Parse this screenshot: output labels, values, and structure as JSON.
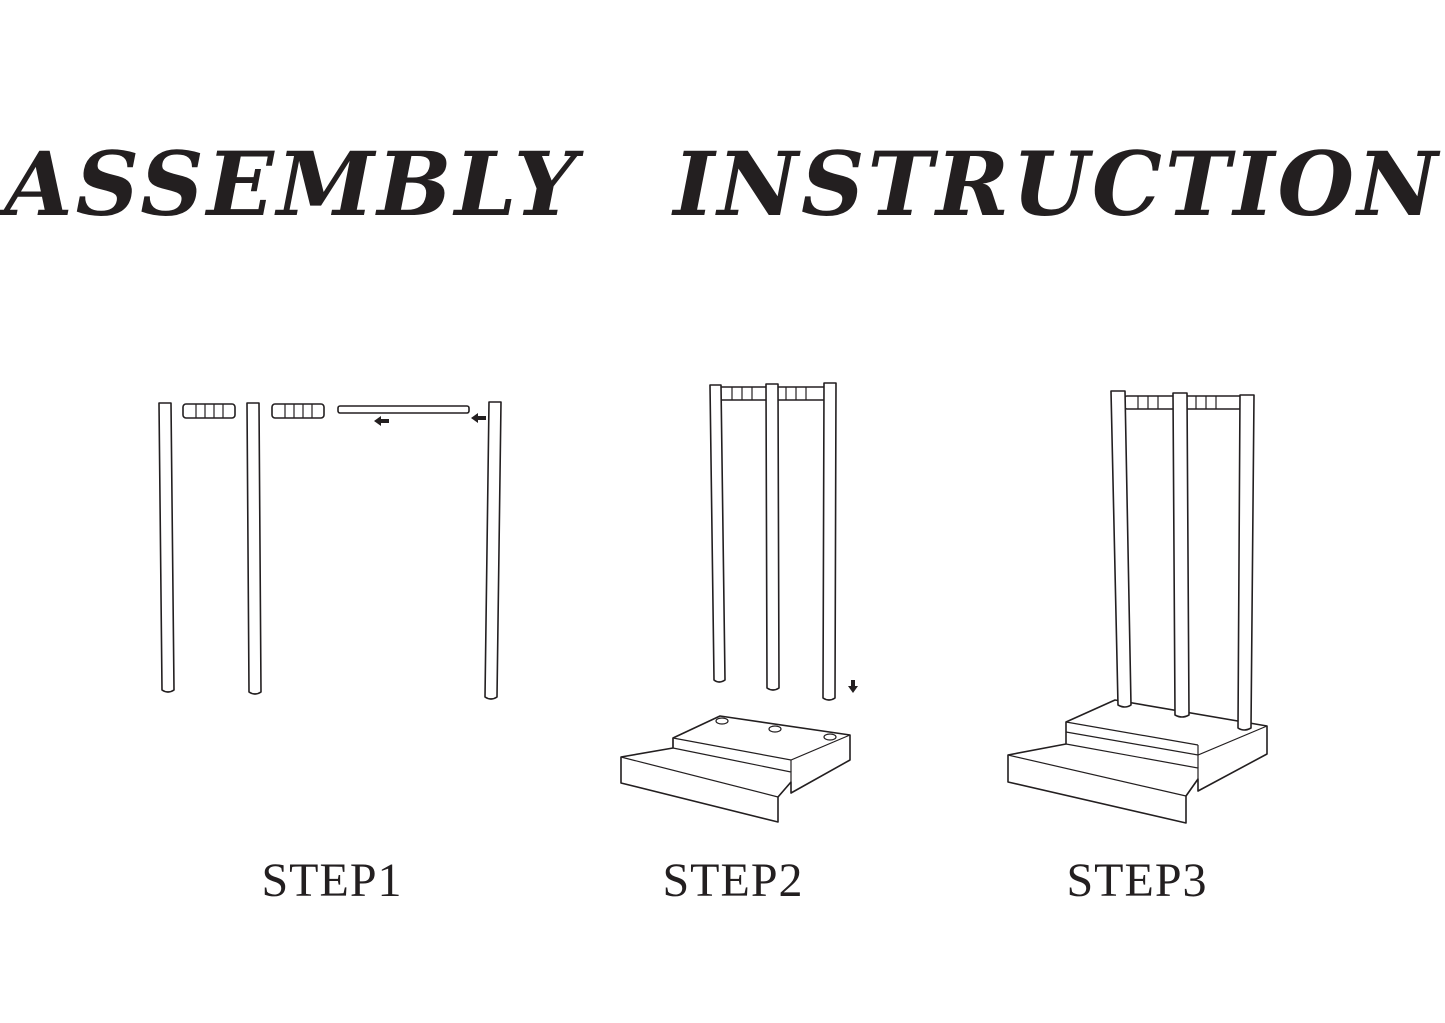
{
  "title": "ASSEMBLY   INSTRUCTION",
  "steps": [
    {
      "label": "STEP1"
    },
    {
      "label": "STEP2"
    },
    {
      "label": "STEP3"
    }
  ],
  "colors": {
    "ink": "#231f20",
    "background": "#ffffff"
  }
}
